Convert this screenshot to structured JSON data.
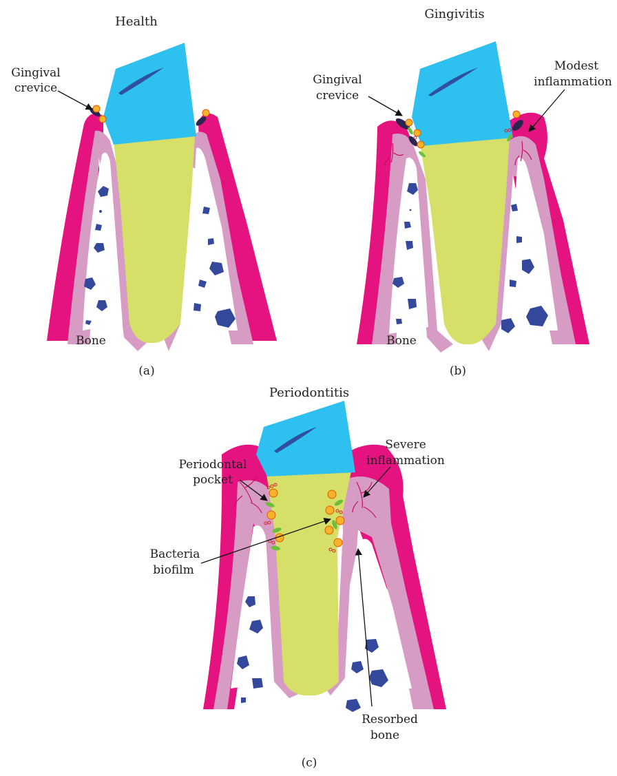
{
  "panels": {
    "health": {
      "title": "Health",
      "caption": "(a)",
      "labels": {
        "crevice_line1": "Gingival",
        "crevice_line2": "crevice",
        "bone": "Bone"
      }
    },
    "gingivitis": {
      "title": "Gingivitis",
      "caption": "(b)",
      "labels": {
        "crevice_line1": "Gingival",
        "crevice_line2": "crevice",
        "inflammation_line1": "Modest",
        "inflammation_line2": "inflammation",
        "bone": "Bone"
      }
    },
    "periodontitis": {
      "title": "Periodontitis",
      "caption": "(c)",
      "labels": {
        "pocket_line1": "Periodontal",
        "pocket_line2": "pocket",
        "inflammation_line1": "Severe",
        "inflammation_line2": "inflammation",
        "biofilm_line1": "Bacteria",
        "biofilm_line2": "biofilm",
        "resorbed_line1": "Resorbed",
        "resorbed_line2": "bone"
      }
    }
  },
  "colors": {
    "gum": "#e4137f",
    "bone_layer": "#d79cc4",
    "crown": "#2ec0ee",
    "root": "#d6df67",
    "bone_dots": "#34489c",
    "bacteria_orange": "#f7b32b",
    "bacteria_green": "#6cbf3a",
    "plaque_dark": "#2a2550"
  }
}
